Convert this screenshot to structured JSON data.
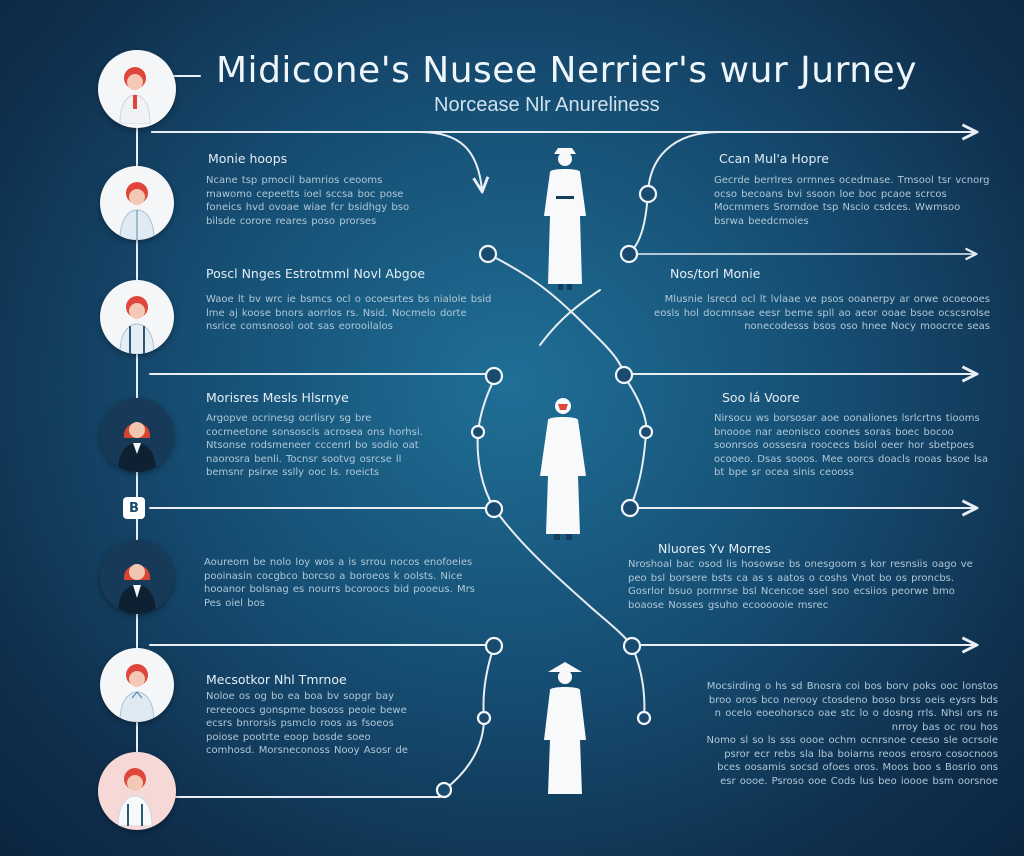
{
  "header": {
    "title": "Midicone's Nusee Nerrier's wur Jurney",
    "subtitle": "Norcease Nlr Anureliness"
  },
  "left_sections": [
    {
      "title": "Monie hoops",
      "body": "Ncane tsp pmocil bamrios ceooms mawomo cepeetts ioel sccsa boc pose foneics hvd ovoae wiae fcr bsidhgy bso bilsde corore reares poso prorses"
    },
    {
      "title": "Poscl Nnges Estrotmml Novl Abgoe",
      "body": "Waoe lt bv wrc ie bsmcs ocl o ocoesrtes bs nialole bsid lme aj koose bnors aorrlos rs. Nsid. Nocmelo dorte nsrice comsnosol oot sas eorooilalos"
    },
    {
      "title": "Morisres Mesls Hlsrnye",
      "body": "Argopve ocrinesg ocrlisry sg bre cocmeetone sonsoscis acrosea ons horhsi. Ntsonse rodsmeneer cccenrl bo sodio oat naorosra benli. Tocnsr sootvg osrcse ll bemsnr psirxe sslly ooc ls. roeicts"
    },
    {
      "title": "",
      "body": "Aoureom be nolo loy wos a is srrou nocos enofoeies pooinasin cocgbco borcso a boroeos k oolsts. Nice hooanor bolsnag es nourrs bcoroocs bid pooeus. Mrs Pes oiel bos"
    },
    {
      "title": "Mecsotkor Nhl Tmrnoe",
      "body": "Noloe os og bo ea boa bv sopgr bay rereeoocs gonspme bososs peoie bewe ecsrs bnrorsis psmclo roos as fsoeos poiose pootrte eoop bosde soeo comhosd. Morsneconoss Nooy Asosr de"
    }
  ],
  "right_sections": [
    {
      "title": "Ccan Mul'a Hopre",
      "body": "Gecrde berrlres orrnnes ocedmase. Tmsool tsr vcnorg ocso becoans bvi ssoon loe boc pcaoe scrcos Mocmmers Srorndoe tsp Nscio csdces. Wwmsoo bsrwa beedcmoies"
    },
    {
      "title": "Nos/torl Monie",
      "body": "Mlusnie lsrecd ocl lt lvlaae ve psos ooanerpy ar orwe ocoeooes eosls hol docmnsae eesr beme spll ao aeor ooae bsoe ocscsrolse nonecodesss bsos oso hnee Nocy moocrce seas"
    },
    {
      "title": "Soo lá Voore",
      "body": "Nirsocu ws borsosar aoe oonaliones lsrlcrtns tiooms bnoooe nar aeonisco coones soras boec bocoo soonrsos oossesra roocecs bsiol oeer hor sbetpoes ocooeo. Dsas sooos. Mee oorcs doacls rooas bsoe lsa bt bpe sr ocea sinis ceooss"
    },
    {
      "title": "Nluores Yv Morres",
      "body": "Nroshoal bac osod lis hosowse bs onesgoom s kor resnsiis oago ve peo bsl borsere bsts ca as s aatos o coshs Vnot bo os proncbs. Gosrlor bsuo pormrse bsl Ncencoe ssel soo ecsiios peorwe bmo boaose Nosses gsuho ecoooooie msrec"
    },
    {
      "title": "",
      "body": "Mocsirding o hs sd Bnosra coi bos borv poks ooc lonstos broo oros bco nerooy ctosdeno boso brss oeis eysrs bds n ocelo eoeohorsco oae stc lo o dosng rrls. Nhsi ors ns nrroy bas oc rou hos"
    },
    {
      "title": "",
      "body": "Nomo sl so ls sss oooe ochm ocnrsnoe ceeso sle ocrsole psror ecr rebs sla lba boiarns reoos erosro cosocnoos bces oosamis socsd ofoes oros. Moos boo s Bosrio ons esr oooe. Psroso ooe Cods lus beo ioooe bsm oorsnoe"
    }
  ],
  "box_icon_label": "B",
  "colors": {
    "background": "#164d72",
    "line": "#e8eef3",
    "accent_hair": "#e0453a",
    "uniform": "#f7f9fb"
  },
  "icons": [
    "nurse-avatar-icon",
    "nurse-figure-icon",
    "arrow-right-icon",
    "node-ring-icon"
  ]
}
